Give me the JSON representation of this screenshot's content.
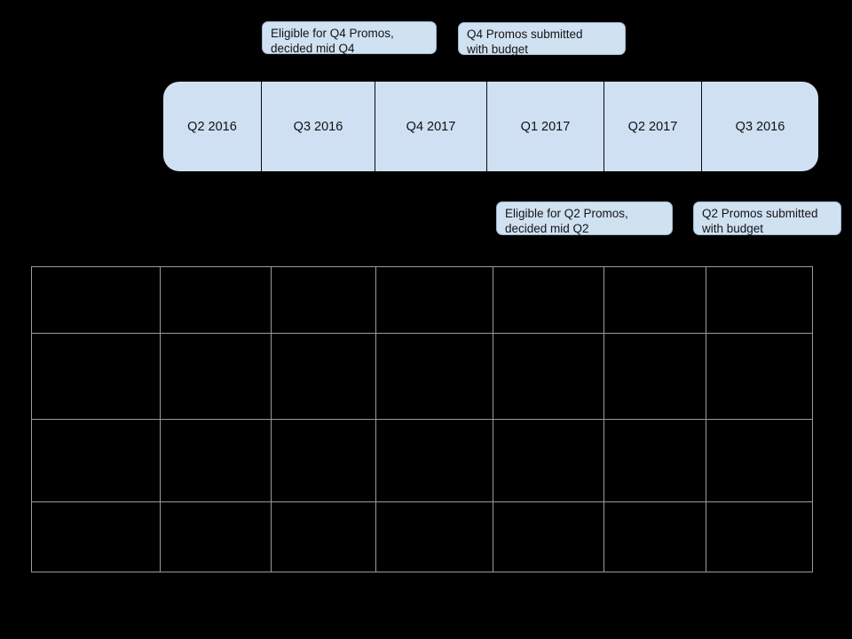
{
  "background_color": "#000000",
  "accent_color": "#cfe0f3",
  "callout_fill_color": "#d0e1f2",
  "callout_border_color": "#9fb8d0",
  "grid_line_color": "#9a9a9a",
  "callouts": {
    "top": [
      {
        "name": "q4-eligible",
        "text": "Eligible for Q4 Promos,\ndecided mid Q4"
      },
      {
        "name": "q4-submitted",
        "text": "Q4 Promos submitted\nwith budget"
      }
    ],
    "bottom": [
      {
        "name": "q2-eligible",
        "text": "Eligible for Q2 Promos,\ndecided mid Q2"
      },
      {
        "name": "q2-submitted",
        "text": "Q2 Promos submitted\nwith budget"
      }
    ]
  },
  "timeline": {
    "segments": [
      {
        "label": "Q2 2016"
      },
      {
        "label": "Q3 2016"
      },
      {
        "label": "Q4 2017"
      },
      {
        "label": "Q1 2017"
      },
      {
        "label": "Q2 2017"
      },
      {
        "label": "Q3 2016"
      }
    ]
  },
  "grid": {
    "columns": 7,
    "rows": 4,
    "cells": [
      [
        "",
        "",
        "",
        "",
        "",
        "",
        ""
      ],
      [
        "",
        "",
        "",
        "",
        "",
        "",
        ""
      ],
      [
        "",
        "",
        "",
        "",
        "",
        "",
        ""
      ],
      [
        "",
        "",
        "",
        "",
        "",
        "",
        ""
      ]
    ]
  }
}
